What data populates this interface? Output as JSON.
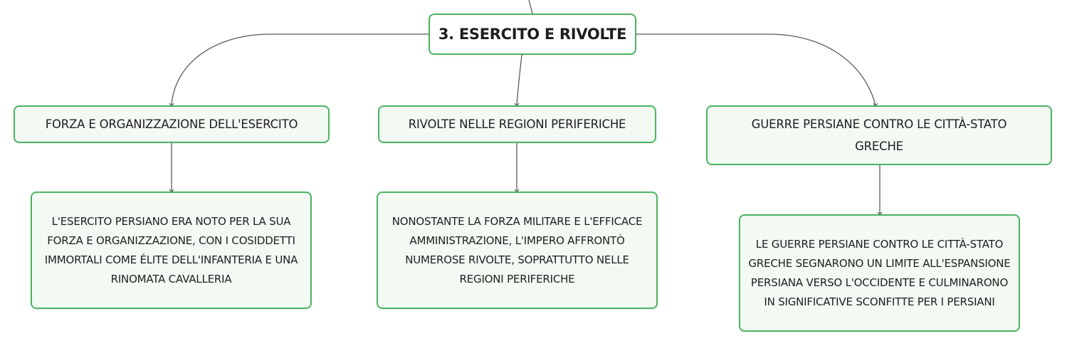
{
  "root": {
    "label": "3. ESERCITO E RIVOLTE"
  },
  "topics": [
    {
      "label": "FORZA E ORGANIZZAZIONE DELL'ESERCITO",
      "detail": "L'ESERCITO PERSIANO ERA NOTO PER LA SUA FORZA E ORGANIZZAZIONE, CON I COSIDDETTI IMMORTALI COME ÉLITE DELL'INFANTERIA E UNA RINOMATA CAVALLERIA"
    },
    {
      "label": "RIVOLTE NELLE REGIONI PERIFERICHE",
      "detail": "NONOSTANTE LA FORZA MILITARE E L'EFFICACE AMMINISTRAZIONE, L'IMPERO AFFRONTÒ NUMEROSE RIVOLTE, SOPRATTUTTO NELLE REGIONI PERIFERICHE"
    },
    {
      "label": "GUERRE PERSIANE CONTRO LE CITTÀ-STATO GRECHE",
      "detail": "LE GUERRE PERSIANE CONTRO LE CITTÀ-STATO GRECHE SEGNARONO UN LIMITE ALL'ESPANSIONE PERSIANA VERSO L'OCCIDENTE E CULMINARONO IN SIGNIFICATIVE SCONFITTE PER I PERSIANI"
    }
  ],
  "colors": {
    "node_border": "#4cb461",
    "node_fill": "#f3faf4",
    "connector": "#5a5a5a"
  }
}
